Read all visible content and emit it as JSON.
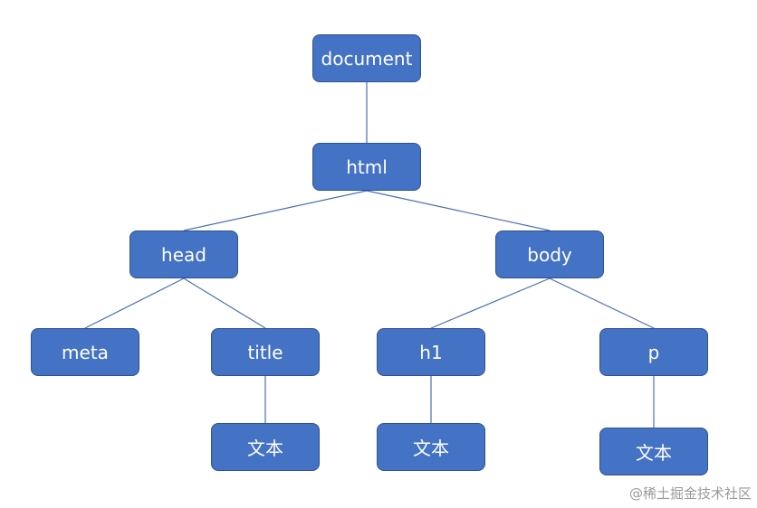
{
  "diagram": {
    "nodes": {
      "document": "document",
      "html": "html",
      "head": "head",
      "body": "body",
      "meta": "meta",
      "title": "title",
      "h1": "h1",
      "p": "p",
      "title_text": "文本",
      "h1_text": "文本",
      "p_text": "文本"
    },
    "edges": [
      [
        "document",
        "html"
      ],
      [
        "html",
        "head"
      ],
      [
        "html",
        "body"
      ],
      [
        "head",
        "meta"
      ],
      [
        "head",
        "title"
      ],
      [
        "body",
        "h1"
      ],
      [
        "body",
        "p"
      ],
      [
        "title",
        "title_text"
      ],
      [
        "h1",
        "h1_text"
      ],
      [
        "p",
        "p_text"
      ]
    ],
    "colors": {
      "node_fill": "#4472c4",
      "node_border": "#2f528f",
      "edge": "#4a6fb5",
      "text": "#ffffff"
    }
  },
  "watermark": "@稀土掘金技术社区"
}
